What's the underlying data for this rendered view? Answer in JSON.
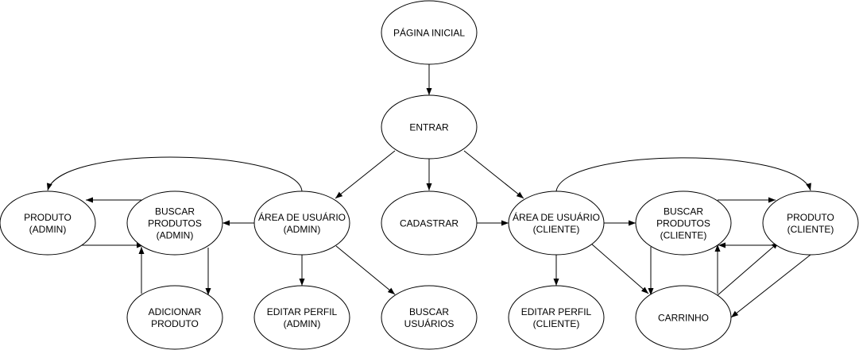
{
  "nodes": {
    "pagina_inicial": [
      "PÁGINA INICIAL"
    ],
    "entrar": [
      "ENTRAR"
    ],
    "cadastrar": [
      "CADASTRAR"
    ],
    "area_admin": [
      "ÁREA DE USUÁRIO",
      "(ADMIN)"
    ],
    "buscar_produtos_admin": [
      "BUSCAR",
      "PRODUTOS",
      "(ADMIN)"
    ],
    "produto_admin": [
      "PRODUTO",
      "(ADMIN)"
    ],
    "adicionar_produto": [
      "ADICIONAR",
      "PRODUTO"
    ],
    "editar_perfil_admin": [
      "EDITAR PERFIL",
      "(ADMIN)"
    ],
    "buscar_usuarios": [
      "BUSCAR",
      "USUÁRIOS"
    ],
    "area_cliente": [
      "ÁREA DE USUÁRIO",
      "(CLIENTE)"
    ],
    "buscar_produtos_cliente": [
      "BUSCAR",
      "PRODUTOS",
      "(CLIENTE)"
    ],
    "produto_cliente": [
      "PRODUTO",
      "(CLIENTE)"
    ],
    "editar_perfil_cliente": [
      "EDITAR PERFIL",
      "(CLIENTE)"
    ],
    "carrinho": [
      "CARRINHO"
    ]
  },
  "edges": [
    [
      "pagina_inicial",
      "entrar"
    ],
    [
      "entrar",
      "cadastrar"
    ],
    [
      "entrar",
      "area_admin"
    ],
    [
      "entrar",
      "area_cliente"
    ],
    [
      "cadastrar",
      "area_cliente"
    ],
    [
      "area_admin",
      "buscar_produtos_admin"
    ],
    [
      "area_admin",
      "produto_admin"
    ],
    [
      "area_admin",
      "editar_perfil_admin"
    ],
    [
      "area_admin",
      "buscar_usuarios"
    ],
    [
      "buscar_produtos_admin",
      "produto_admin"
    ],
    [
      "produto_admin",
      "buscar_produtos_admin"
    ],
    [
      "buscar_produtos_admin",
      "adicionar_produto"
    ],
    [
      "adicionar_produto",
      "buscar_produtos_admin"
    ],
    [
      "area_cliente",
      "buscar_produtos_cliente"
    ],
    [
      "area_cliente",
      "produto_cliente"
    ],
    [
      "area_cliente",
      "editar_perfil_cliente"
    ],
    [
      "area_cliente",
      "carrinho"
    ],
    [
      "buscar_produtos_cliente",
      "produto_cliente"
    ],
    [
      "produto_cliente",
      "buscar_produtos_cliente"
    ],
    [
      "buscar_produtos_cliente",
      "carrinho"
    ],
    [
      "carrinho",
      "buscar_produtos_cliente"
    ],
    [
      "carrinho",
      "produto_cliente"
    ],
    [
      "produto_cliente",
      "carrinho"
    ]
  ]
}
